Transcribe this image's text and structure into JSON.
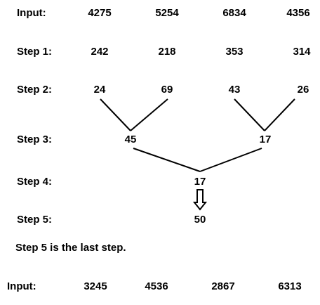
{
  "puzzle": {
    "rows": {
      "input": {
        "label": "Input:",
        "values": [
          "4275",
          "5254",
          "6834",
          "4356"
        ]
      },
      "step1": {
        "label": "Step 1:",
        "values": [
          "242",
          "218",
          "353",
          "314"
        ]
      },
      "step2": {
        "label": "Step 2:",
        "values": [
          "24",
          "69",
          "43",
          "26"
        ]
      },
      "step3": {
        "label": "Step 3:",
        "values": [
          "45",
          "17"
        ]
      },
      "step4": {
        "label": "Step 4:",
        "values": [
          "17"
        ]
      },
      "step5": {
        "label": "Step 5:",
        "values": [
          "50"
        ]
      }
    },
    "note": "Step 5 is the last step.",
    "question": {
      "label": "Input:",
      "values": [
        "3245",
        "4536",
        "2867",
        "6313"
      ]
    }
  },
  "colors": {
    "text": "#000000",
    "lines": "#000000",
    "background": "#ffffff"
  }
}
